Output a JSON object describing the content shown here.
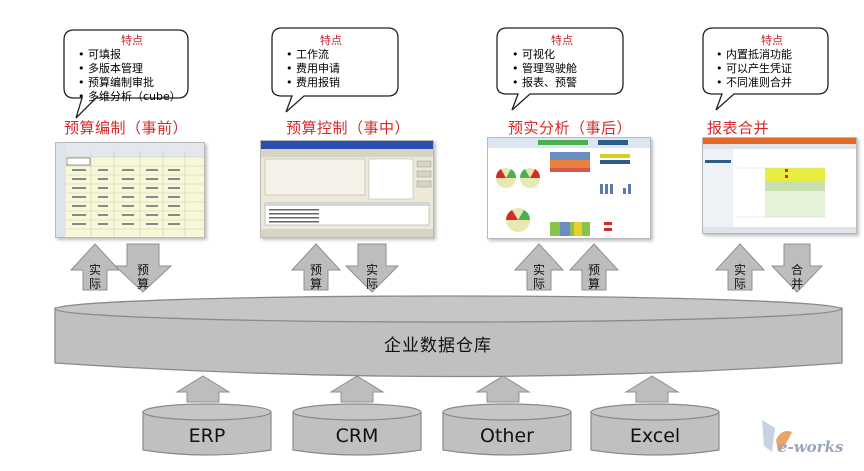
{
  "modules": [
    {
      "id": "budget-planning",
      "title": "预算编制（事前）",
      "features_title": "特点",
      "features": [
        "可填报",
        "多版本管理",
        "预算编制审批",
        "多维分析（cube）"
      ],
      "arrows": [
        {
          "direction": "up",
          "label": "实际"
        },
        {
          "direction": "down",
          "label": "预算"
        }
      ]
    },
    {
      "id": "budget-control",
      "title": "预算控制（事中）",
      "features_title": "特点",
      "features": [
        "工作流",
        "费用申请",
        "费用报销"
      ],
      "arrows": [
        {
          "direction": "up",
          "label": "预算"
        },
        {
          "direction": "down",
          "label": "实际"
        }
      ]
    },
    {
      "id": "variance-analysis",
      "title": "预实分析（事后）",
      "features_title": "特点",
      "features": [
        "可视化",
        "管理驾驶舱",
        "报表、预警"
      ],
      "arrows": [
        {
          "direction": "up",
          "label": "实际"
        },
        {
          "direction": "up",
          "label": "预算"
        }
      ]
    },
    {
      "id": "report-consolidation",
      "title": "报表合并",
      "features_title": "特点",
      "features": [
        "内置抵消功能",
        "可以产生凭证",
        "不同准则合并"
      ],
      "arrows": [
        {
          "direction": "up",
          "label": "实际"
        },
        {
          "direction": "down",
          "label": "合并"
        }
      ]
    }
  ],
  "warehouse": {
    "label": "企业数据仓库"
  },
  "sources": [
    {
      "label": "ERP"
    },
    {
      "label": "CRM"
    },
    {
      "label": "Other"
    },
    {
      "label": "Excel"
    }
  ],
  "watermark": {
    "text": "e-works"
  },
  "colors": {
    "title_red": "#d42a2a",
    "feature_title_red": "#c0282e",
    "cylinder_fill": "#c0c0c0",
    "cylinder_stroke": "#8a8a8a",
    "arrow_fill": "#bdbdbd"
  }
}
